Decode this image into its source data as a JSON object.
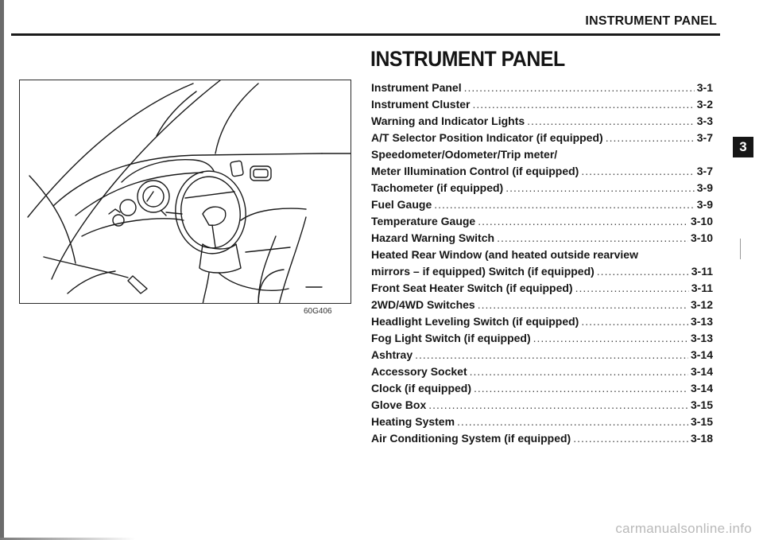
{
  "header": {
    "running_title": "INSTRUMENT PANEL",
    "section_title": "INSTRUMENT PANEL",
    "chapter_number": "3"
  },
  "figure": {
    "code": "60G406",
    "icon": "dashboard-illustration"
  },
  "toc": [
    {
      "title": "Instrument Panel",
      "page": "3-1"
    },
    {
      "title": "Instrument Cluster",
      "page": "3-2"
    },
    {
      "title": "Warning and Indicator Lights",
      "page": "3-3"
    },
    {
      "title": "A/T Selector Position Indicator (if equipped)",
      "page": "3-7"
    },
    {
      "title": "Speedometer/Odometer/Trip meter/",
      "page": ""
    },
    {
      "title": "Meter Illumination Control (if equipped)",
      "page": "3-7"
    },
    {
      "title": "Tachometer (if equipped)",
      "page": "3-9"
    },
    {
      "title": "Fuel Gauge",
      "page": "3-9"
    },
    {
      "title": "Temperature Gauge",
      "page": "3-10"
    },
    {
      "title": "Hazard Warning Switch",
      "page": "3-10"
    },
    {
      "title": "Heated Rear Window (and heated outside rearview",
      "page": ""
    },
    {
      "title": "mirrors – if equipped) Switch (if equipped)",
      "page": "3-11"
    },
    {
      "title": "Front Seat Heater Switch (if equipped)",
      "page": "3-11"
    },
    {
      "title": "2WD/4WD Switches",
      "page": "3-12"
    },
    {
      "title": "Headlight Leveling Switch (if equipped)",
      "page": "3-13"
    },
    {
      "title": "Fog Light Switch (if equipped)",
      "page": "3-13"
    },
    {
      "title": "Ashtray",
      "page": "3-14"
    },
    {
      "title": "Accessory Socket",
      "page": "3-14"
    },
    {
      "title": "Clock (if equipped)",
      "page": "3-14"
    },
    {
      "title": "Glove Box",
      "page": "3-15"
    },
    {
      "title": "Heating System",
      "page": "3-15"
    },
    {
      "title": "Air Conditioning System (if equipped)",
      "page": "3-18"
    }
  ],
  "footer": {
    "watermark": "carmanualsonline.info"
  }
}
